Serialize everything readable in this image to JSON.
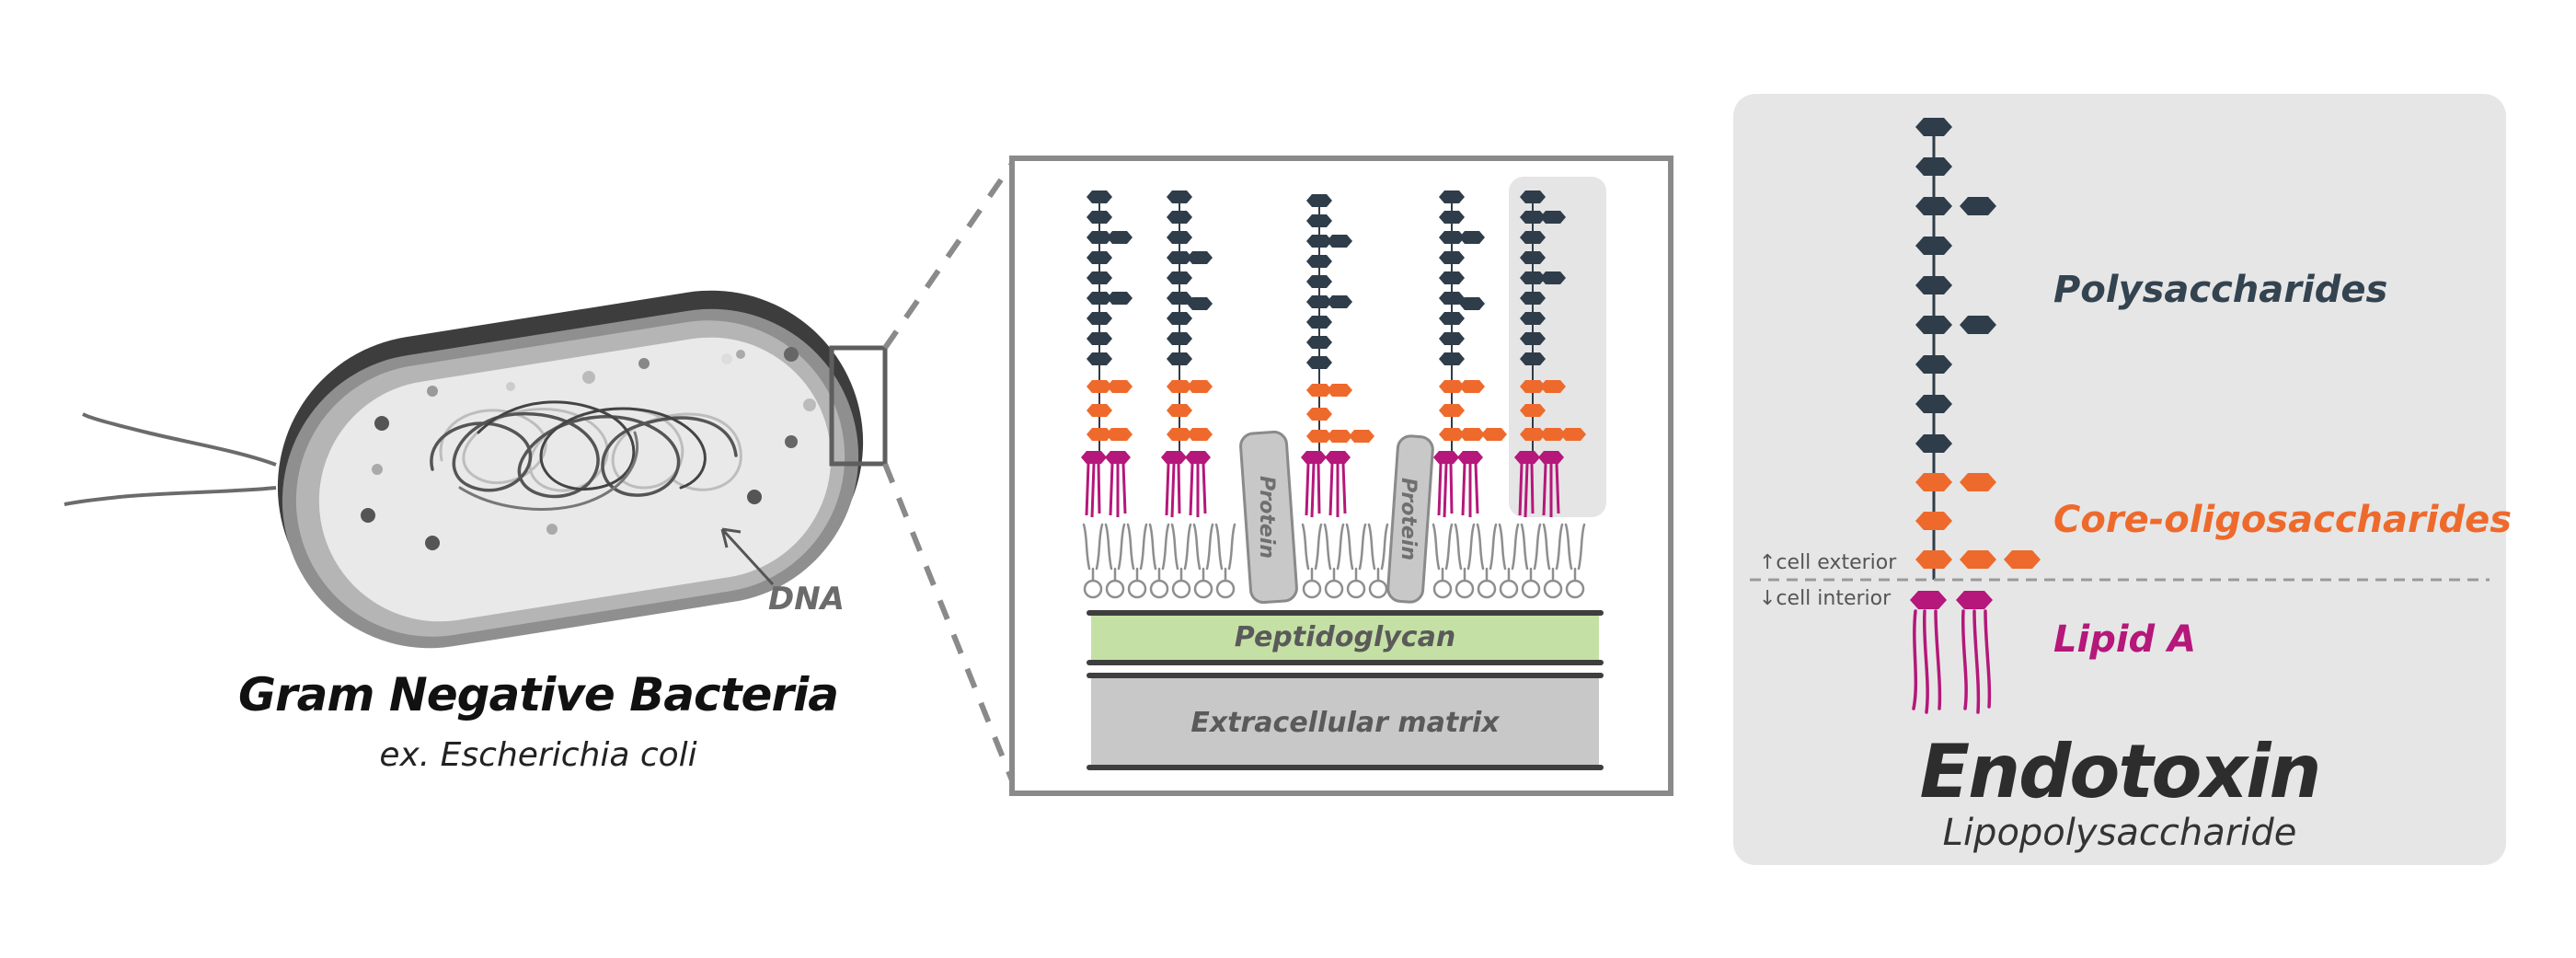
{
  "bacterium": {
    "dna_label": "DNA",
    "title": "Gram Negative Bacteria",
    "subtitle": "ex. Escherichia coli"
  },
  "membrane": {
    "peptidoglycan_label": "Peptidoglycan",
    "matrix_label": "Extracellular matrix",
    "protein_label": "Protein"
  },
  "endotoxin": {
    "title": "Endotoxin",
    "subtitle": "Lipopolysaccharide",
    "polysaccharides_label": "Polysaccharides",
    "core_label": "Core-oligosaccharides",
    "lipid_label": "Lipid A",
    "exterior_label": "↑cell exterior",
    "interior_label": "↓cell interior"
  },
  "colors": {
    "polysaccharide": "#2f3d4a",
    "core": "#ee6a2c",
    "lipid": "#b5177a",
    "peptidoglycan": "#c5e0a5",
    "matrix": "#c8c8c8",
    "panel": "#e6e6e6"
  }
}
